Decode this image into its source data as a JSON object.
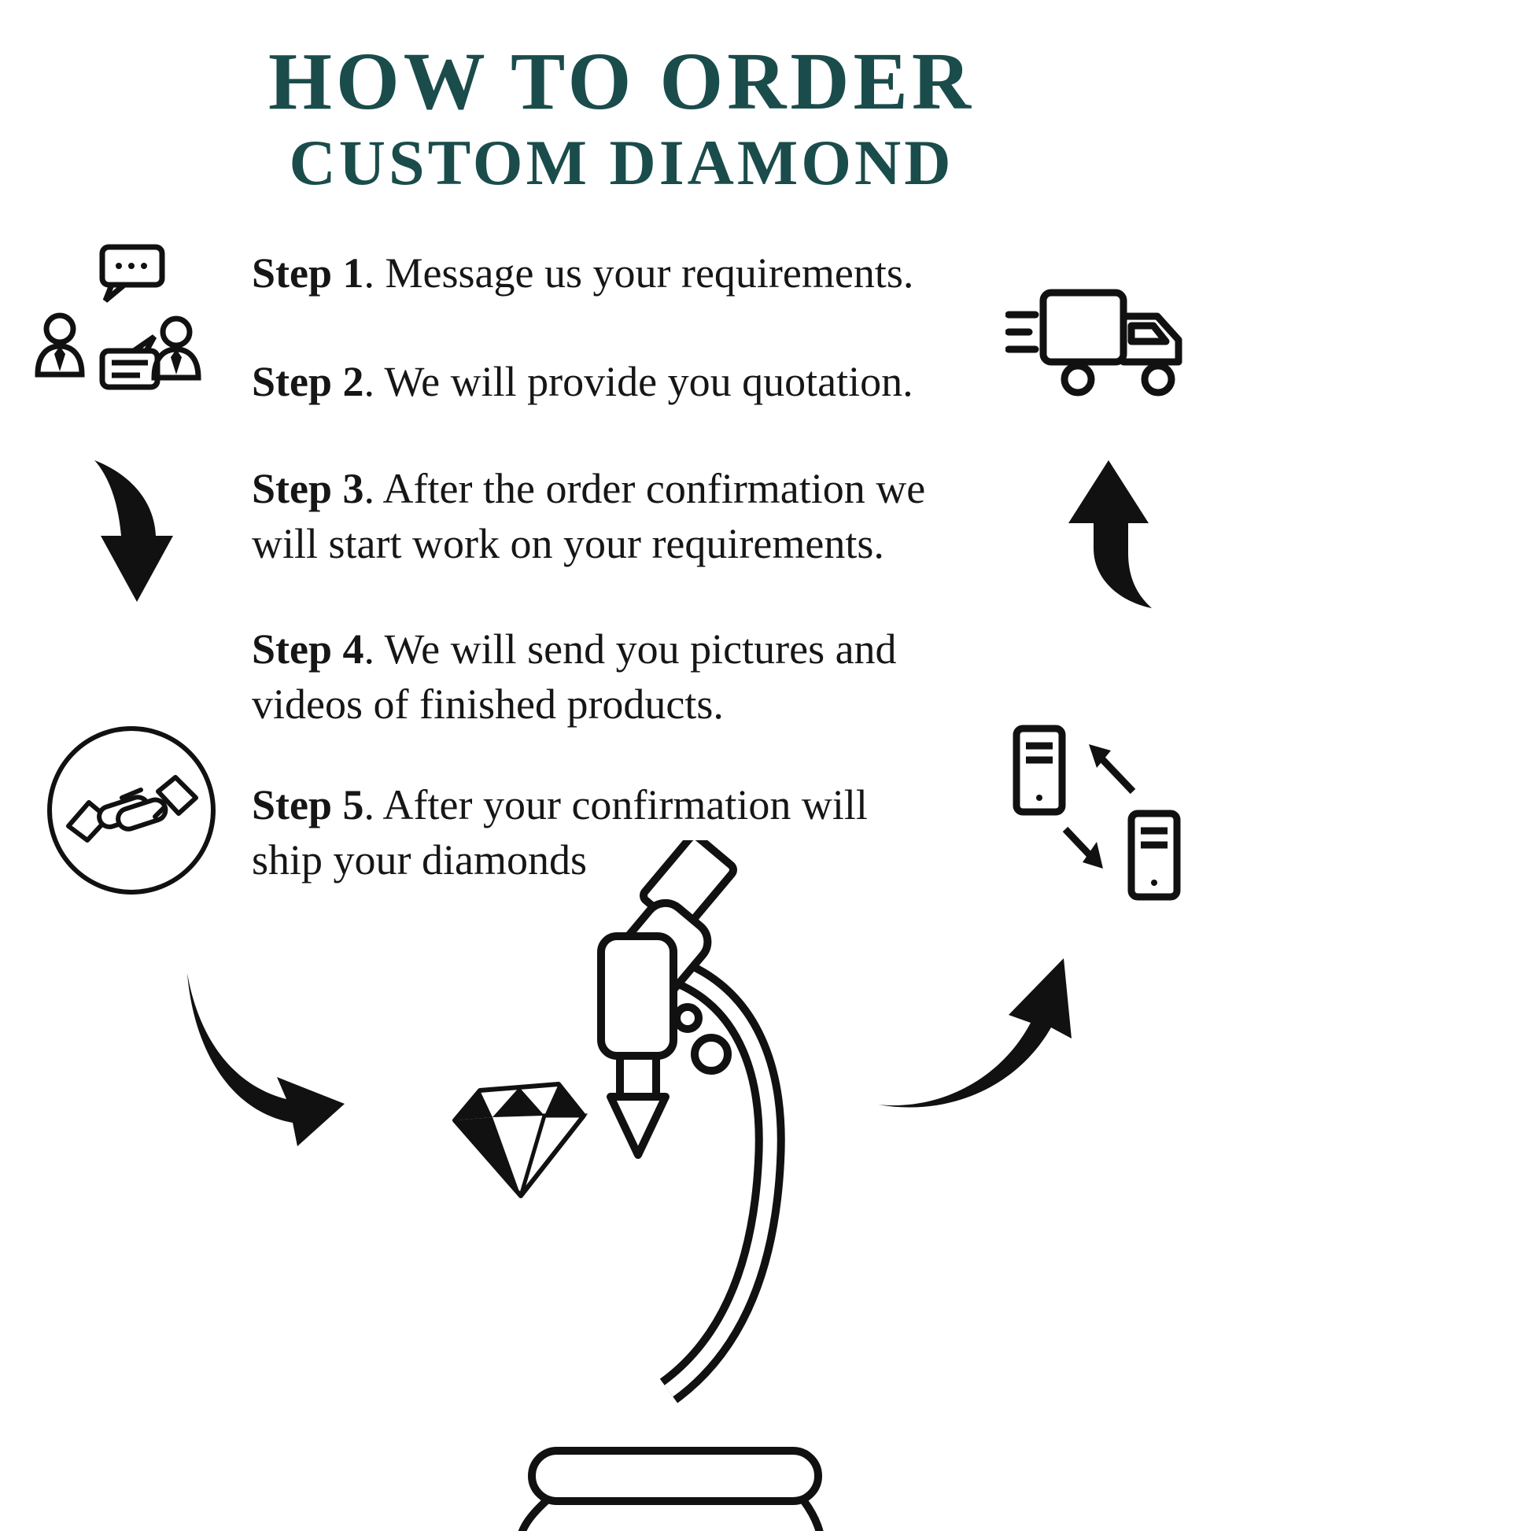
{
  "title": {
    "line1": "HOW TO ORDER",
    "line2": "CUSTOM DIAMOND"
  },
  "steps": [
    {
      "label": "Step 1",
      "text": ". Message us your requirements."
    },
    {
      "label": "Step 2",
      "text": ". We will provide you quotation."
    },
    {
      "label": "Step 3",
      "text": ". After the order confirmation we\nwill start work on your requirements."
    },
    {
      "label": "Step 4",
      "text": ". We will send you pictures and\nvideos of finished products."
    },
    {
      "label": "Step 5",
      "text": ". After your confirmation will\nship your diamonds"
    }
  ],
  "icons": {
    "top_left": "chat-people-icon",
    "top_right": "delivery-truck-icon",
    "left_middle": "curved-arrow-down-icon",
    "right_middle": "curved-arrow-up-icon",
    "left_lower": "handshake-circle-icon",
    "right_lower": "data-exchange-icon",
    "bottom_center": "microscope-diamond-icon",
    "bottom_left": "swoosh-arrow-right-icon",
    "bottom_right": "swoosh-arrow-upright-icon"
  },
  "colors": {
    "title": "#1a4c4b",
    "text": "#161616",
    "icon": "#111111",
    "background": "#ffffff"
  }
}
